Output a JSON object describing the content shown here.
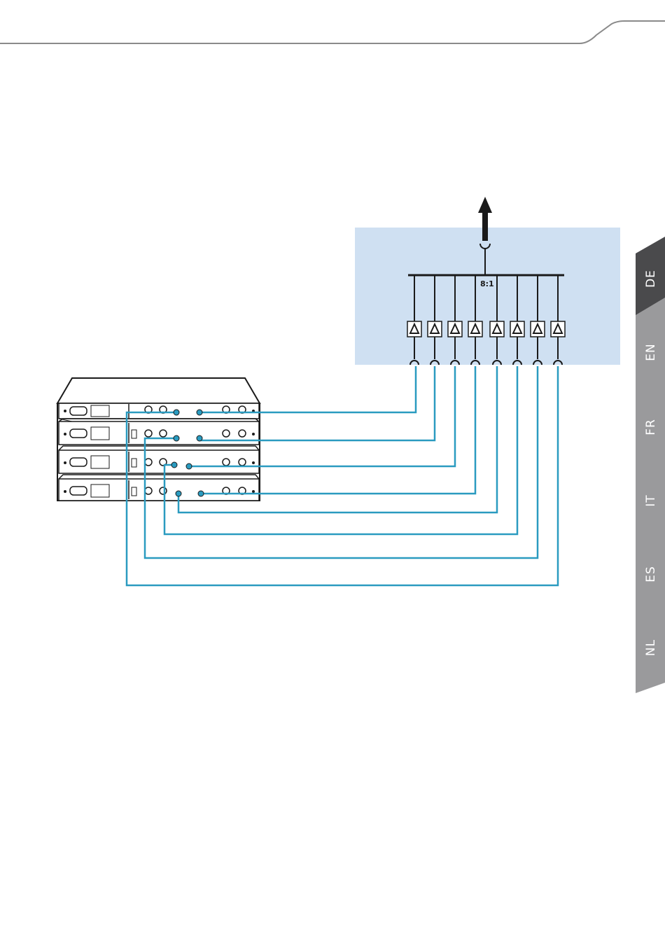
{
  "combiner": {
    "ratio_label": "8:1"
  },
  "language_tabs": [
    {
      "code": "DE",
      "active": true
    },
    {
      "code": "EN",
      "active": false
    },
    {
      "code": "FR",
      "active": false
    },
    {
      "code": "IT",
      "active": false
    },
    {
      "code": "ES",
      "active": false
    },
    {
      "code": "NL",
      "active": false
    }
  ],
  "colors": {
    "panel_background": "#cfe0f2",
    "cable": "#2a9bc0",
    "tab_active": "#4a4a4c",
    "tab_inactive": "#9a9a9c",
    "header_line": "#8a8a8a"
  },
  "icons": {
    "output": "up-arrow-icon",
    "amplifier": "triangle-amplifier-icon",
    "socket": "bnc-socket-icon"
  }
}
